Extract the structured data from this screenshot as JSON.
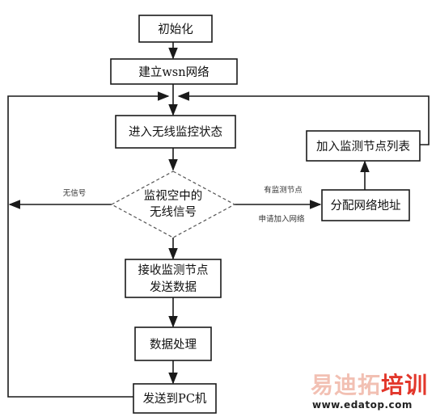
{
  "nodes": {
    "init": "初始化",
    "build_wsn": "建立wsn网络",
    "monitor_state": "进入无线监控状态",
    "decision": [
      "监视空中的",
      "无线信号"
    ],
    "receive": [
      "接收监测节点",
      "发送数据"
    ],
    "process": "数据处理",
    "send_pc": "发送到PC机",
    "assign_addr": "分配网络地址",
    "add_list": "加入监测节点列表"
  },
  "edge_labels": {
    "no_signal": "无信号",
    "has_node": "有监测节点",
    "join_request": "申请加入网络"
  },
  "watermark": {
    "text": "易迪拓培训",
    "url": "www.edatop.com",
    "colors": {
      "light": "#f2c0b3",
      "accent": "#e2372b"
    }
  },
  "colors": {
    "stroke": "#1a1a1a",
    "background": "#ffffff"
  }
}
